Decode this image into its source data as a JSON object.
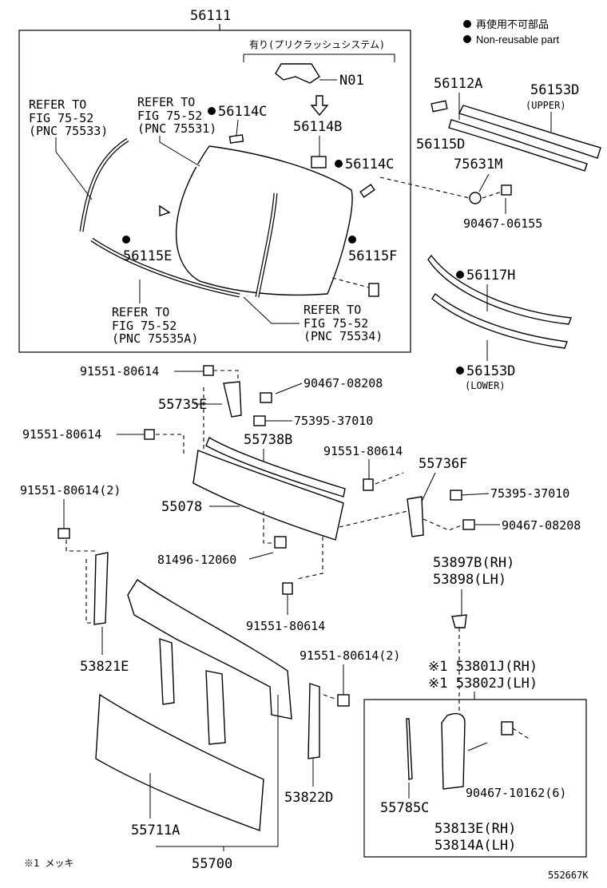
{
  "legend": {
    "jp": "再使用不可部品",
    "en": "Non-reusable part",
    "footnote": "※1 メッキ"
  },
  "diagram_id": "552667K",
  "labels": {
    "main_box": "56111",
    "precrash": "有り(プリクラッシュシステム)",
    "n01": "N01",
    "p56114C_top": "56114C",
    "p56114B": "56114B",
    "p56114C_right": "56114C",
    "p56115E": "56115E",
    "p56115F": "56115F",
    "p56112A": "56112A",
    "p56153D_upper": "56153D",
    "upper": "(UPPER)",
    "p56115D": "56115D",
    "p75631M": "75631M",
    "p90467_06155": "90467-06155",
    "p56117H": "56117H",
    "p56153D_lower": "56153D",
    "lower": "(LOWER)",
    "p91551_80614_a": "91551-80614",
    "p90467_08208_a": "90467-08208",
    "p55735E": "55735E",
    "p75395_37010_a": "75395-37010",
    "p91551_80614_b": "91551-80614",
    "p55738B": "55738B",
    "p91551_80614_c": "91551-80614",
    "p55736F": "55736F",
    "p91551_80614_2_a": "91551-80614(2)",
    "p75395_37010_b": "75395-37010",
    "p55078": "55078",
    "p90467_08208_b": "90467-08208",
    "p81496_12060": "81496-12060",
    "p53897B": "53897B(RH)",
    "p53898": "53898(LH)",
    "p91551_80614_d": "91551-80614",
    "p53821E": "53821E",
    "p91551_80614_2_b": "91551-80614(2)",
    "p53801J": "※1 53801J(RH)",
    "p53802J": "※1 53802J(LH)",
    "p55785C": "55785C",
    "p90467_10162": "90467-10162(6)",
    "p53822D": "53822D",
    "p55711A": "55711A",
    "p53813E": "53813E(RH)",
    "p53814A": "53814A(LH)",
    "p55700": "55700"
  },
  "refs": {
    "r1": [
      "REFER TO",
      "FIG 75-52",
      "(PNC 75533)"
    ],
    "r2": [
      "REFER TO",
      "FIG 75-52",
      "(PNC 75531)"
    ],
    "r3": [
      "REFER TO",
      "FIG 75-52",
      "(PNC 75535A)"
    ],
    "r4": [
      "REFER TO",
      "FIG 75-52",
      "(PNC 75534)"
    ]
  }
}
